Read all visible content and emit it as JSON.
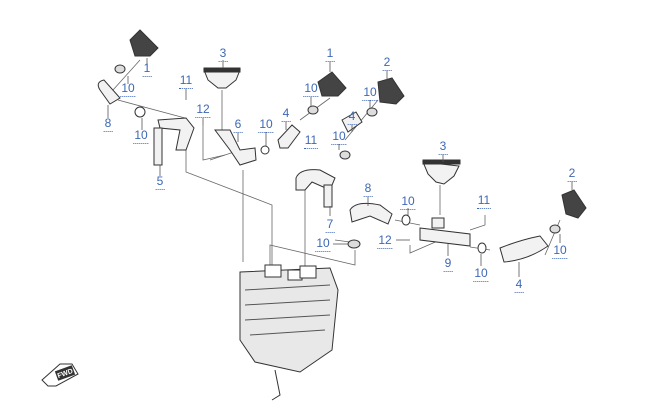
{
  "diagram": {
    "callouts": [
      "1",
      "10",
      "8",
      "10",
      "5",
      "11",
      "3",
      "12",
      "6",
      "10",
      "4",
      "10",
      "1",
      "2",
      "10",
      "4",
      "10",
      "11",
      "7",
      "8",
      "10",
      "3",
      "11",
      "2",
      "12",
      "10",
      "10",
      "9",
      "4",
      "10"
    ],
    "forward_arrow_text": "FWD",
    "colors": {
      "callout": "#3d68b5",
      "line": "#555555",
      "part_fill": "#f2f2f2",
      "part_stroke": "#333333"
    }
  }
}
